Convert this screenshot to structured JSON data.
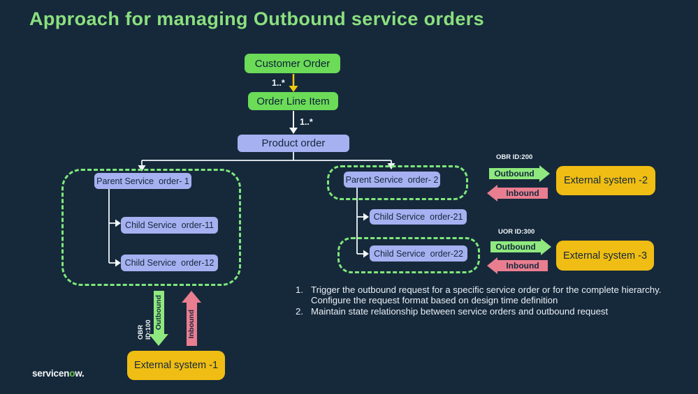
{
  "title": "Approach for managing Outbound service orders",
  "flow": {
    "customer_order": "Customer Order",
    "order_line_item": "Order Line Item",
    "product_order": "Product order",
    "multiplicity_top": "1..*",
    "multiplicity_bottom": "1..*"
  },
  "clusters": {
    "left": {
      "parent": "Parent Service  order- 1",
      "children": [
        "Child Service  order-11",
        "Child Service  order-12"
      ]
    },
    "right": {
      "parent": "Parent Service  order- 2",
      "child_21": "Child Service  order-21",
      "child_22": "Child Service  order-22"
    }
  },
  "external_systems": {
    "es1": {
      "id": "OBR ID:100",
      "outbound": "Outbound",
      "inbound": "Inbound",
      "label": "External system -1"
    },
    "es2": {
      "id": "OBR ID:200",
      "outbound": "Outbound",
      "inbound": "Inbound",
      "label": "External system -2"
    },
    "es3": {
      "id": "UOR ID:300",
      "outbound": "Outbound",
      "inbound": "Inbound",
      "label": "External system -3"
    }
  },
  "notes": [
    {
      "num": "1.",
      "text": "Trigger the outbound request for a specific service order or for the complete hierarchy. Configure the request format based on design time definition"
    },
    {
      "num": "2.",
      "text": "Maintain state relationship between service orders and outbound request"
    }
  ],
  "logo": {
    "prefix": "servicen",
    "o": "o",
    "suffix": "w."
  },
  "colors": {
    "background": "#16293B",
    "title_green": "#8BE07E",
    "box_green": "#6BDB58",
    "box_lavender": "#A6B1F1",
    "box_yellow": "#EFBD13",
    "arrow_green": "#8FE97E",
    "arrow_pink": "#E97E90",
    "dashed_green": "#7EE87B",
    "connector_white": "#F2F6F8",
    "connector_yellow": "#F0C713",
    "text_dark": "#14283C",
    "text_light": "#E9EFF4",
    "logo_green": "#67C74B"
  }
}
